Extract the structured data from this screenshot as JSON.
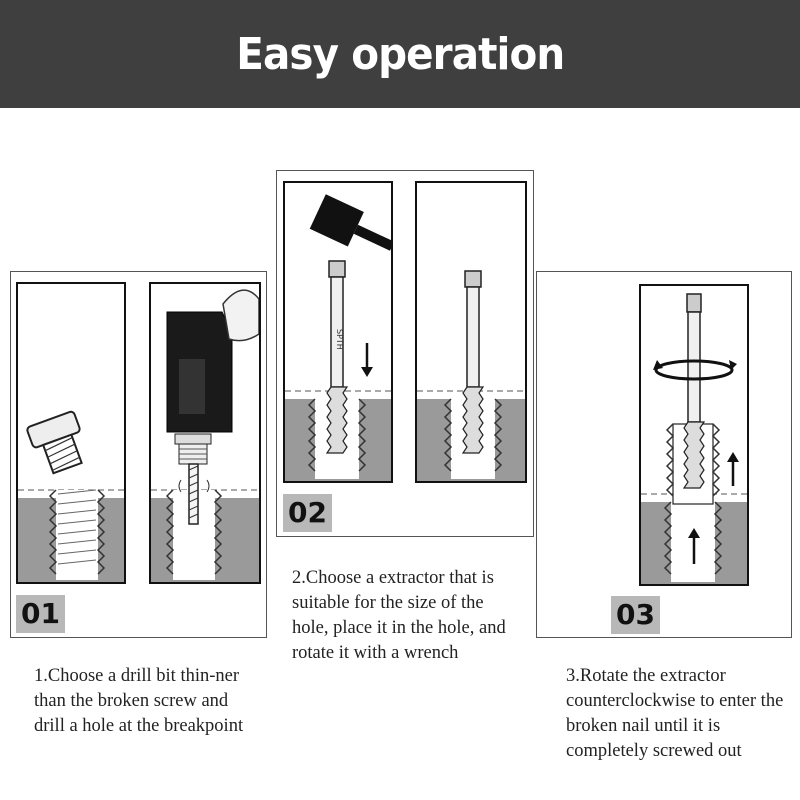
{
  "header": {
    "title": "Easy operation"
  },
  "steps": [
    {
      "number": "01",
      "caption": "1.Choose a drill bit thin-ner than the broken screw and drill a hole at the breakpoint"
    },
    {
      "number": "02",
      "caption": "2.Choose a extractor that is suitable for the size of the hole, place it in the hole, and rotate it with a wrench"
    },
    {
      "number": "03",
      "caption": "3.Rotate the extractor counterclockwise to enter the broken nail until it is completely screwed out"
    }
  ],
  "colors": {
    "header_bg": "#3f3f3f",
    "material": "#9a9a9a",
    "badge": "#b8b8b8"
  }
}
